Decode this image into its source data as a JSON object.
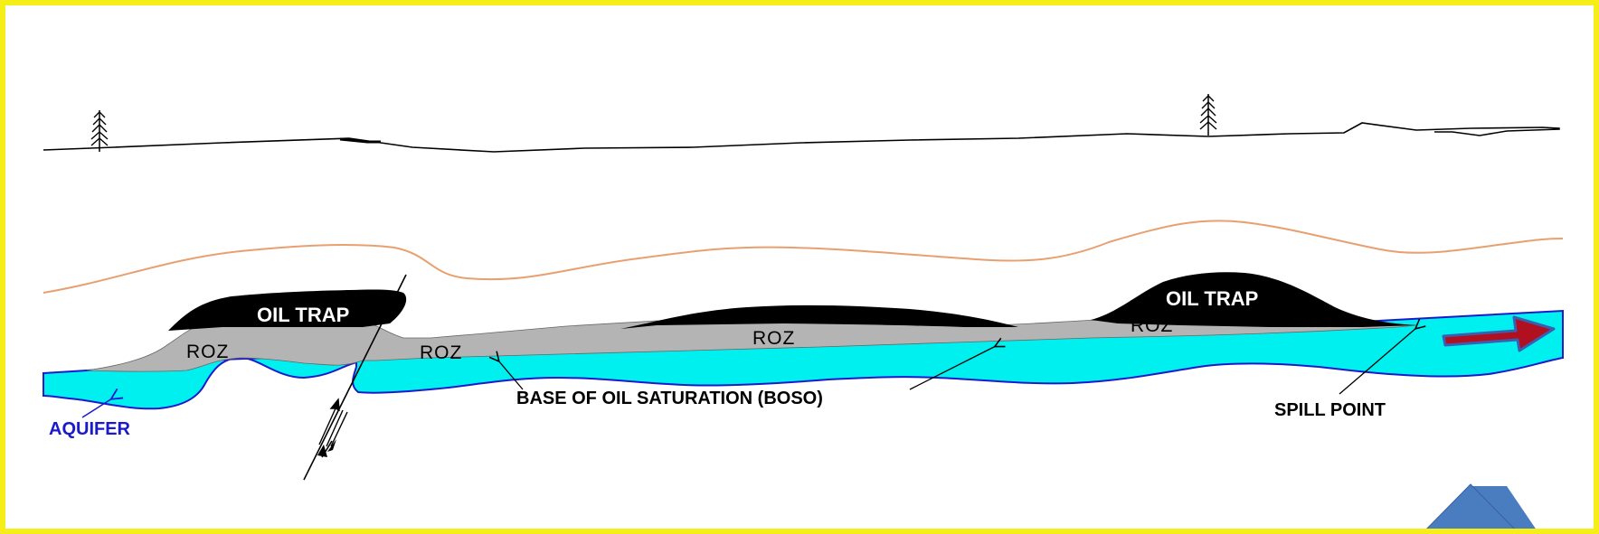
{
  "labels": {
    "oil_trap_left": "OIL TRAP",
    "oil_trap_right": "OIL TRAP",
    "roz_1": "ROZ",
    "roz_2": "ROZ",
    "roz_3": "ROZ",
    "roz_4": "ROZ",
    "boso": "BASE OF OIL SATURATION (BOSO)",
    "spill_point": "SPILL POINT",
    "aquifer": "AQUIFER"
  },
  "colors": {
    "frame": "#f6ee19",
    "oil": "#000000",
    "roz": "#b4b4b4",
    "aquifer": "#00f0f0",
    "aquifer_edge": "#1a1acc",
    "strata_line": "#e8a070",
    "surface_line": "#000000",
    "migration_arrow": "#b01020",
    "migration_arrow_edge": "#3a5fb0",
    "corner_triangle": "#4a7cc0"
  },
  "icons": {
    "tree": "conifer-tree-icon",
    "migration": "arrow-right-icon",
    "fault": "fault-offset-arrows-icon"
  }
}
